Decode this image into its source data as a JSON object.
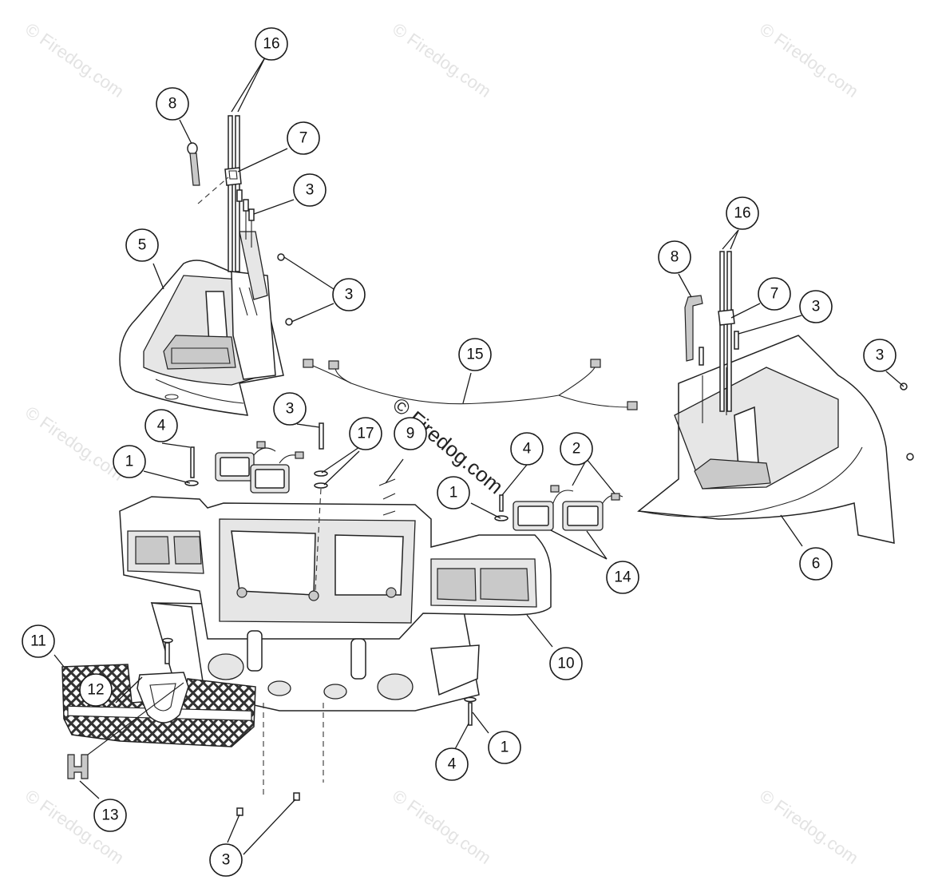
{
  "watermark": "© Firedog.com",
  "callouts": [
    {
      "id": "c16a",
      "label": "16"
    },
    {
      "id": "c8a",
      "label": "8"
    },
    {
      "id": "c7a",
      "label": "7"
    },
    {
      "id": "c3a",
      "label": "3"
    },
    {
      "id": "c5",
      "label": "5"
    },
    {
      "id": "c3b",
      "label": "3"
    },
    {
      "id": "c15",
      "label": "15"
    },
    {
      "id": "c16b",
      "label": "16"
    },
    {
      "id": "c8b",
      "label": "8"
    },
    {
      "id": "c7b",
      "label": "7"
    },
    {
      "id": "c3c",
      "label": "3"
    },
    {
      "id": "c3d",
      "label": "3"
    },
    {
      "id": "c3e",
      "label": "3"
    },
    {
      "id": "c4a",
      "label": "4"
    },
    {
      "id": "c1a",
      "label": "1"
    },
    {
      "id": "c17",
      "label": "17"
    },
    {
      "id": "c9",
      "label": "9"
    },
    {
      "id": "c4b",
      "label": "4"
    },
    {
      "id": "c2",
      "label": "2"
    },
    {
      "id": "c1b",
      "label": "1"
    },
    {
      "id": "c6",
      "label": "6"
    },
    {
      "id": "c14",
      "label": "14"
    },
    {
      "id": "c10",
      "label": "10"
    },
    {
      "id": "c11",
      "label": "11"
    },
    {
      "id": "c12",
      "label": "12"
    },
    {
      "id": "c1c",
      "label": "1"
    },
    {
      "id": "c4c",
      "label": "4"
    },
    {
      "id": "c13",
      "label": "13"
    },
    {
      "id": "c3f",
      "label": "3"
    }
  ]
}
